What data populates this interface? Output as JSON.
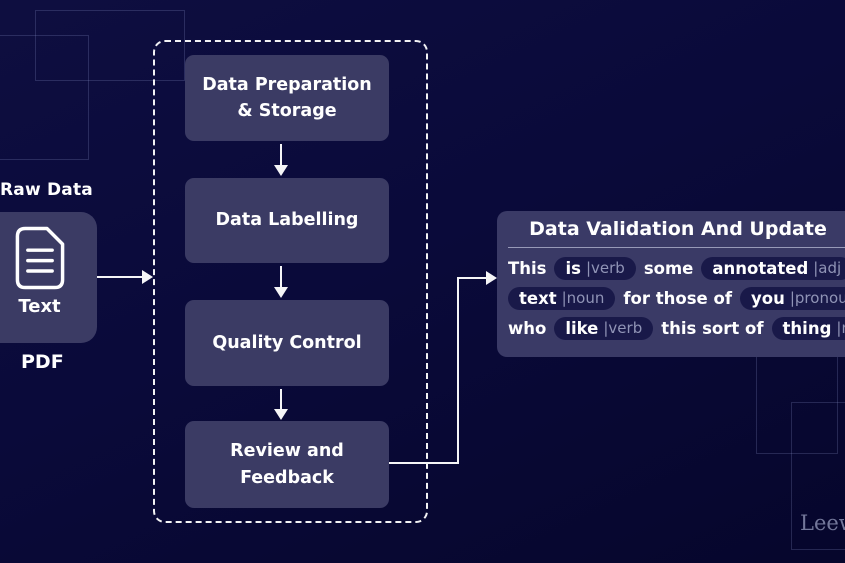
{
  "colors": {
    "node_fill": "#3b3b64",
    "panel_fill": "#3a3a66",
    "pill_fill": "#191949",
    "tag_text": "#9094b6",
    "line_color": "#f5f5f7"
  },
  "raw_data": {
    "label": "Raw Data",
    "file_type": "Text",
    "caption": "PDF"
  },
  "pipeline": {
    "steps": [
      "Data Preparation & Storage",
      "Data Labelling",
      "Quality Control",
      "Review and Feedback"
    ]
  },
  "validation_panel": {
    "title": "Data Validation And Update",
    "lines": [
      [
        {
          "type": "word",
          "text": "This"
        },
        {
          "type": "pill",
          "word": "is",
          "tag": "verb"
        },
        {
          "type": "word",
          "text": "some"
        },
        {
          "type": "pill",
          "word": "annotated",
          "tag": "adj"
        }
      ],
      [
        {
          "type": "pill",
          "word": "text",
          "tag": "noun"
        },
        {
          "type": "word",
          "text": "for those of"
        },
        {
          "type": "pill",
          "word": "you",
          "tag": "pronoun"
        }
      ],
      [
        {
          "type": "word",
          "text": "who"
        },
        {
          "type": "pill",
          "word": "like",
          "tag": "verb"
        },
        {
          "type": "word",
          "text": "this sort of"
        },
        {
          "type": "pill",
          "word": "thing",
          "tag": "noun"
        }
      ]
    ]
  },
  "watermark": "Leewa"
}
